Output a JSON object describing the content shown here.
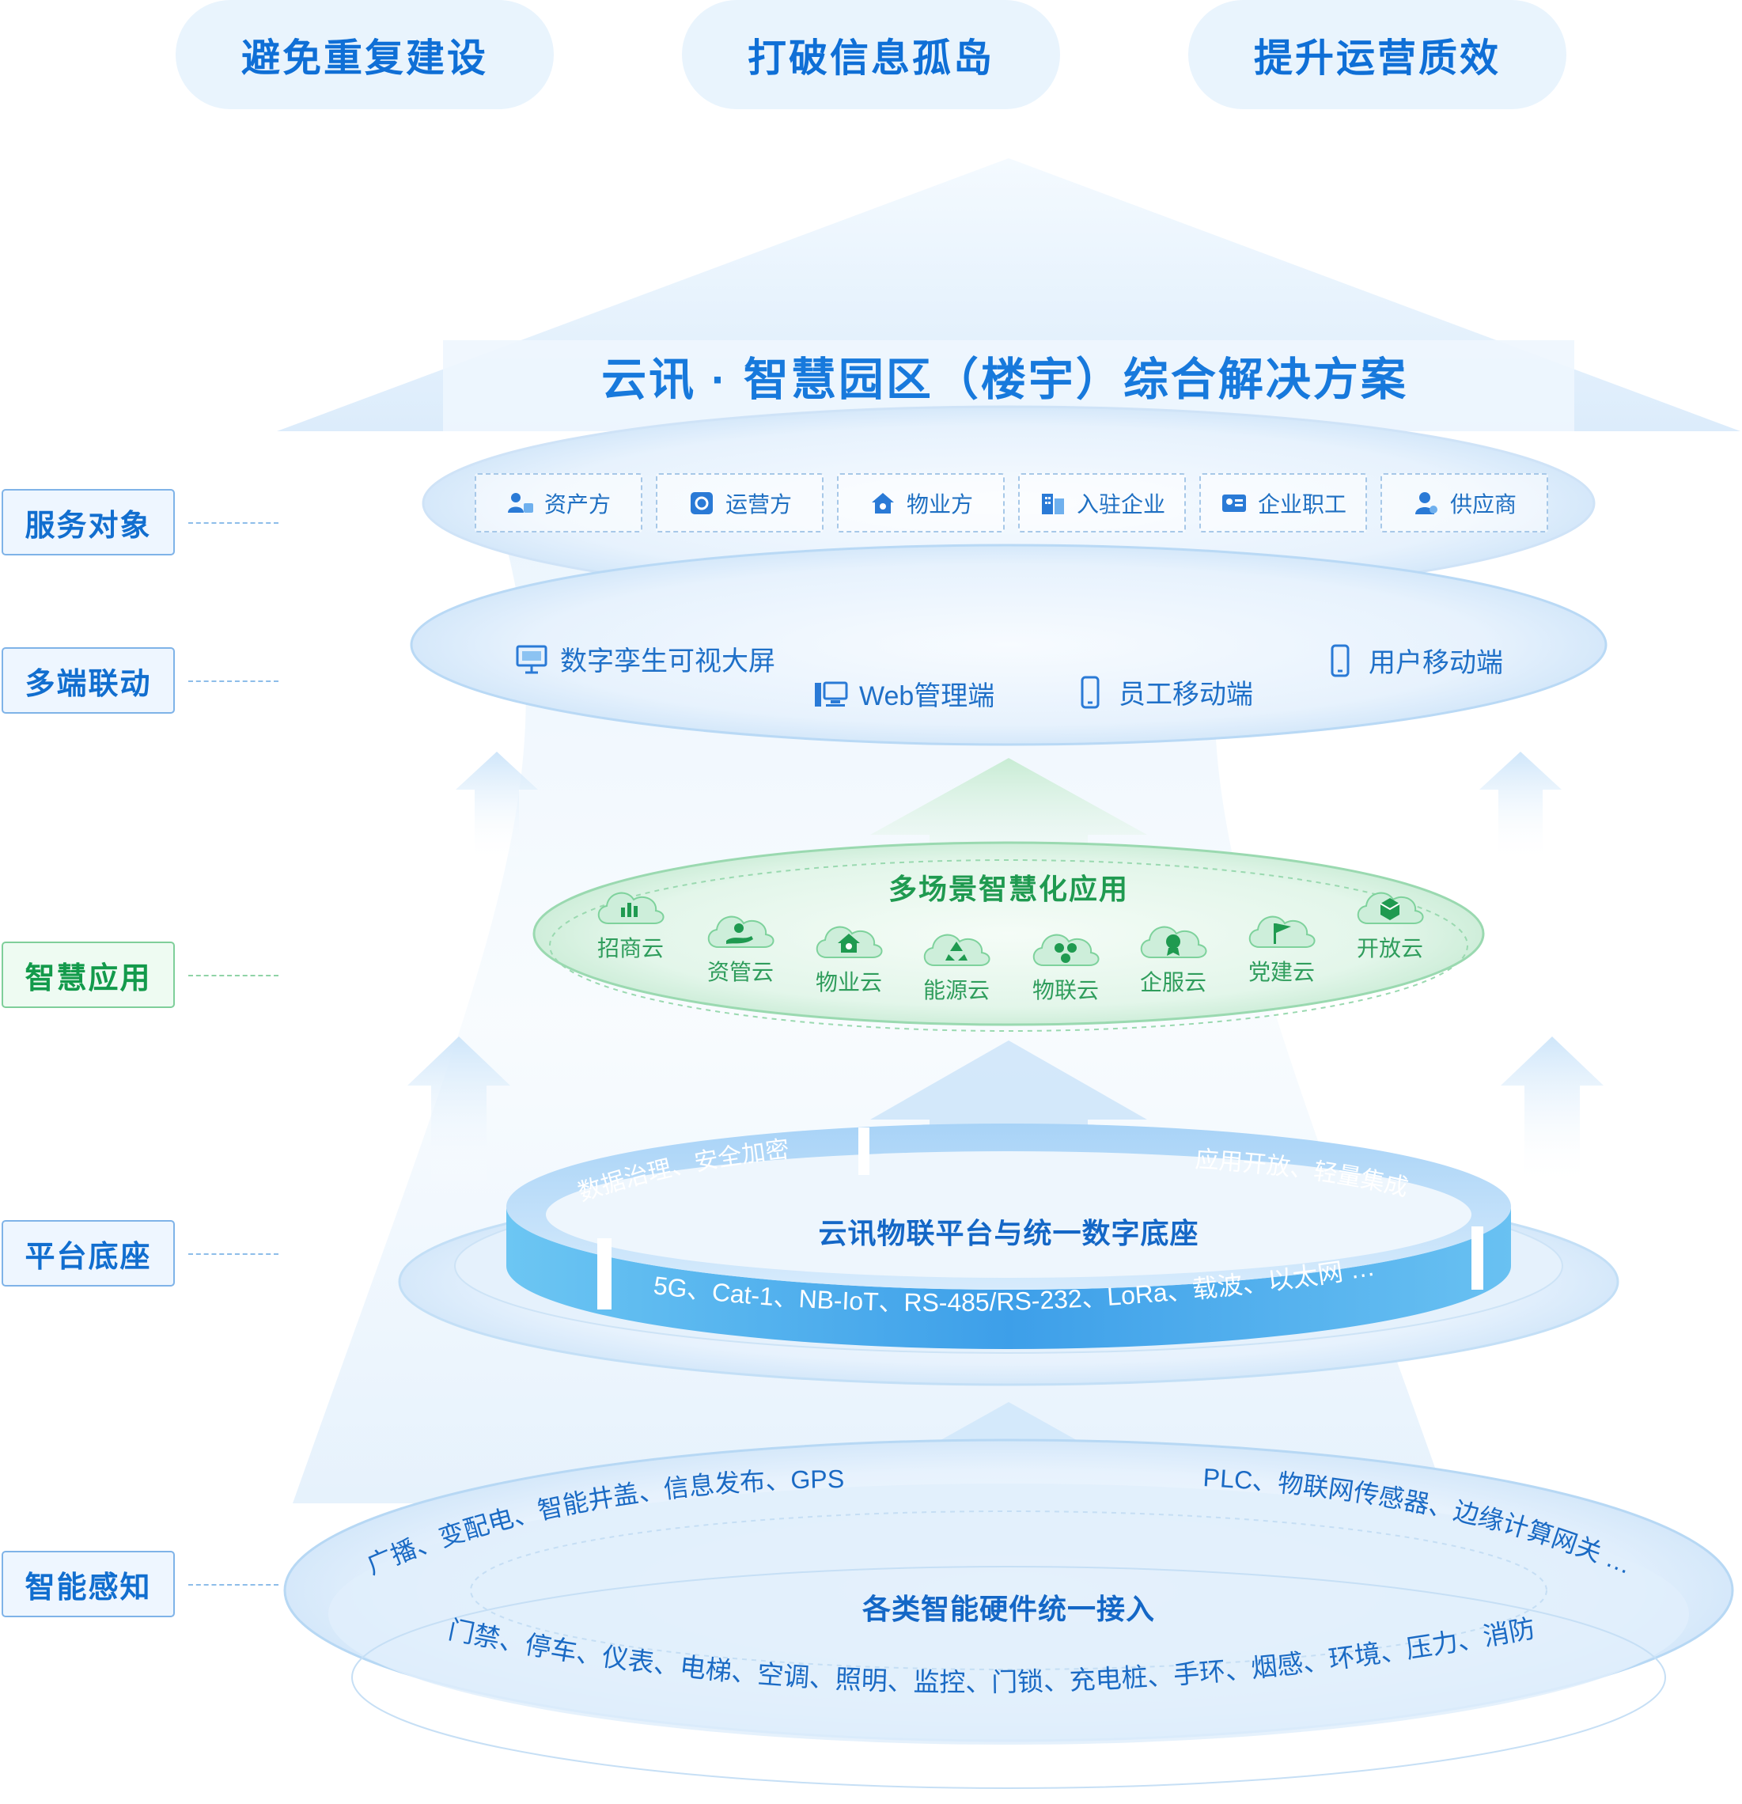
{
  "goals": [
    "避免重复建设",
    "打破信息孤岛",
    "提升运营质效"
  ],
  "main_title": "云讯 · 智慧园区（楼宇）综合解决方案",
  "layers": {
    "service": "服务对象",
    "terminal": "多端联动",
    "app": "智慧应用",
    "platform": "平台底座",
    "perception": "智能感知"
  },
  "service_targets": [
    {
      "label": "资产方",
      "icon": "asset-owner-icon"
    },
    {
      "label": "运营方",
      "icon": "operator-icon"
    },
    {
      "label": "物业方",
      "icon": "property-icon"
    },
    {
      "label": "入驻企业",
      "icon": "enterprise-building-icon"
    },
    {
      "label": "企业职工",
      "icon": "employee-card-icon"
    },
    {
      "label": "供应商",
      "icon": "supplier-icon"
    }
  ],
  "terminals": [
    {
      "label": "数字孪生可视大屏",
      "icon": "big-screen-icon"
    },
    {
      "label": "Web管理端",
      "icon": "desktop-computer-icon"
    },
    {
      "label": "员工移动端",
      "icon": "mobile-phone-icon"
    },
    {
      "label": "用户移动端",
      "icon": "mobile-phone-icon"
    }
  ],
  "app_title": "多场景智慧化应用",
  "apps": [
    {
      "label": "招商云",
      "icon": "bar-chart-icon"
    },
    {
      "label": "资管云",
      "icon": "hand-coins-icon"
    },
    {
      "label": "物业云",
      "icon": "house-icon"
    },
    {
      "label": "能源云",
      "icon": "recycle-icon"
    },
    {
      "label": "物联云",
      "icon": "connected-nodes-icon"
    },
    {
      "label": "企服云",
      "icon": "badge-icon"
    },
    {
      "label": "党建云",
      "icon": "flag-icon"
    },
    {
      "label": "开放云",
      "icon": "cube-icon"
    }
  ],
  "platform": {
    "title": "云讯物联平台与统一数字底座",
    "left": "数据治理、安全加密",
    "right": "应用开放、轻量集成",
    "protocols": "5G、Cat-1、NB-IoT、RS-485/RS-232、LoRa、载波、以太网 …"
  },
  "hardware": {
    "title": "各类智能硬件统一接入",
    "left": "广播、变配电、智能井盖、信息发布、GPS",
    "right": "PLC、物联网传感器、边缘计算网关 …",
    "bottom": "门禁、停车、仪表、电梯、空调、照明、监控、门锁、充电桩、手环、烟感、环境、压力、消防"
  },
  "colors": {
    "blue_text": "#1779dc",
    "green_text": "#1f9a50",
    "platform_band": "#4fb7f2",
    "cloud_green": "#7ed29c"
  }
}
